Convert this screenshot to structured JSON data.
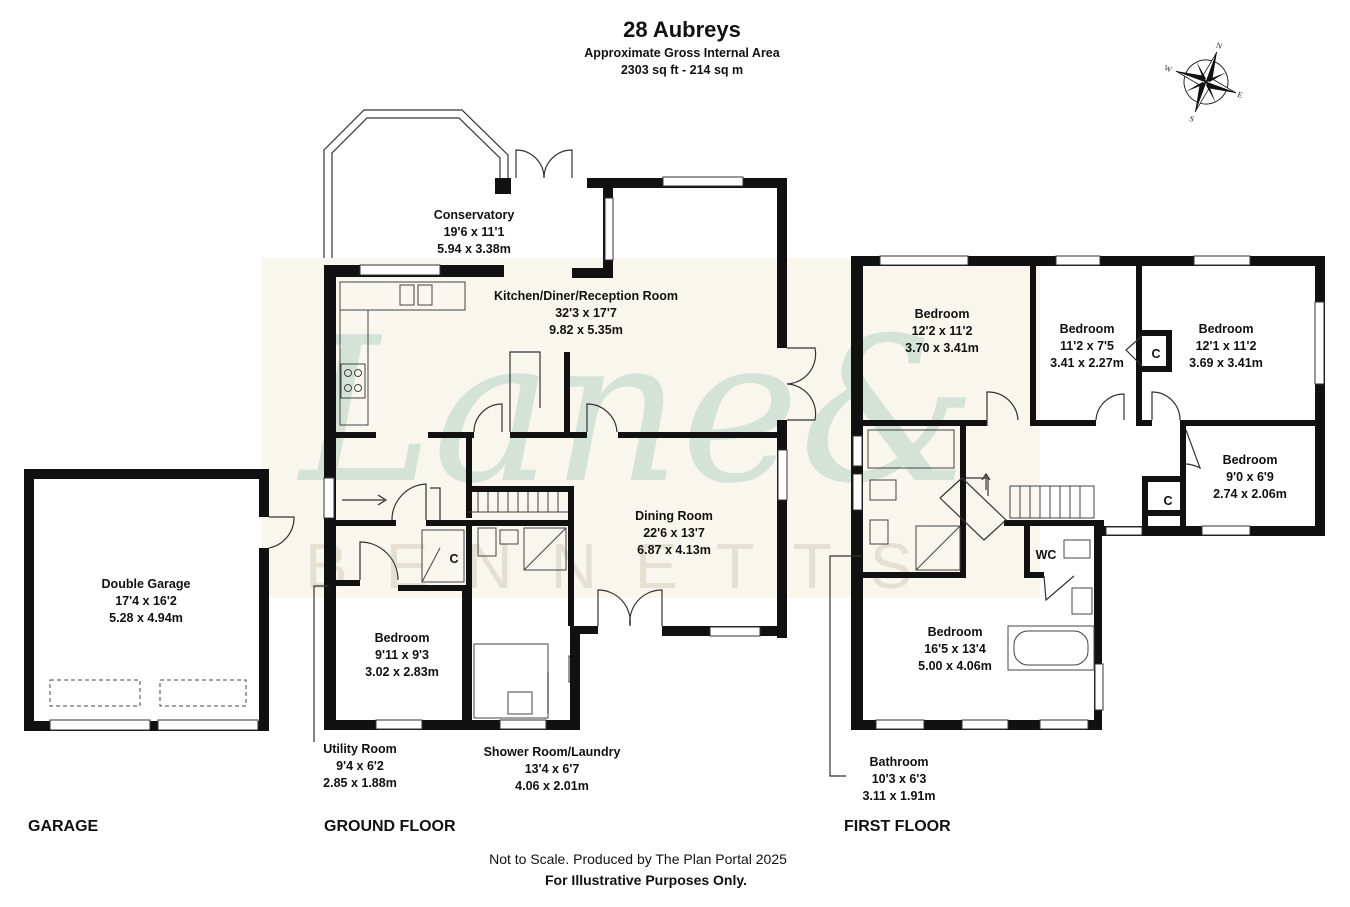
{
  "header": {
    "title": "28 Aubreys",
    "subtitle": "Approximate Gross Internal Area",
    "area": "2303 sq ft - 214 sq m"
  },
  "watermark": {
    "script": "Lane&",
    "word": "BENNETTS"
  },
  "compass": {
    "n": "N",
    "e": "E",
    "s": "S",
    "w": "W"
  },
  "rooms": {
    "conservatory": {
      "name": "Conservatory",
      "imperial": "19'6 x 11'1",
      "metric": "5.94 x 3.38m"
    },
    "kitchen": {
      "name": "Kitchen/Diner/Reception Room",
      "imperial": "32'3 x 17'7",
      "metric": "9.82 x 5.35m"
    },
    "dining": {
      "name": "Dining Room",
      "imperial": "22'6 x 13'7",
      "metric": "6.87 x 4.13m"
    },
    "ground_bedroom": {
      "name": "Bedroom",
      "imperial": "9'11 x 9'3",
      "metric": "3.02 x 2.83m"
    },
    "utility": {
      "name": "Utility Room",
      "imperial": "9'4 x 6'2",
      "metric": "2.85 x 1.88m"
    },
    "shower": {
      "name": "Shower Room/Laundry",
      "imperial": "13'4 x 6'7",
      "metric": "4.06 x 2.01m"
    },
    "garage": {
      "name": "Double Garage",
      "imperial": "17'4 x 16'2",
      "metric": "5.28 x 4.94m"
    },
    "bed1": {
      "name": "Bedroom",
      "imperial": "12'2 x 11'2",
      "metric": "3.70 x 3.41m"
    },
    "bed2": {
      "name": "Bedroom",
      "imperial": "11'2 x 7'5",
      "metric": "3.41 x 2.27m"
    },
    "bed3": {
      "name": "Bedroom",
      "imperial": "12'1 x 11'2",
      "metric": "3.69 x 3.41m"
    },
    "bed4": {
      "name": "Bedroom",
      "imperial": "9'0 x 6'9",
      "metric": "2.74 x 2.06m"
    },
    "master": {
      "name": "Bedroom",
      "imperial": "16'5 x 13'4",
      "metric": "5.00 x 4.06m"
    },
    "bathroom": {
      "name": "Bathroom",
      "imperial": "10'3 x 6'3",
      "metric": "3.11 x 1.91m"
    }
  },
  "small_labels": {
    "cupboard": "C",
    "wc": "WC"
  },
  "floors": {
    "garage": "GARAGE",
    "ground": "GROUND FLOOR",
    "first": "FIRST FLOOR"
  },
  "footer": {
    "line1": "Not to Scale. Produced by The Plan Portal 2025",
    "line2": "For Illustrative Purposes Only."
  }
}
